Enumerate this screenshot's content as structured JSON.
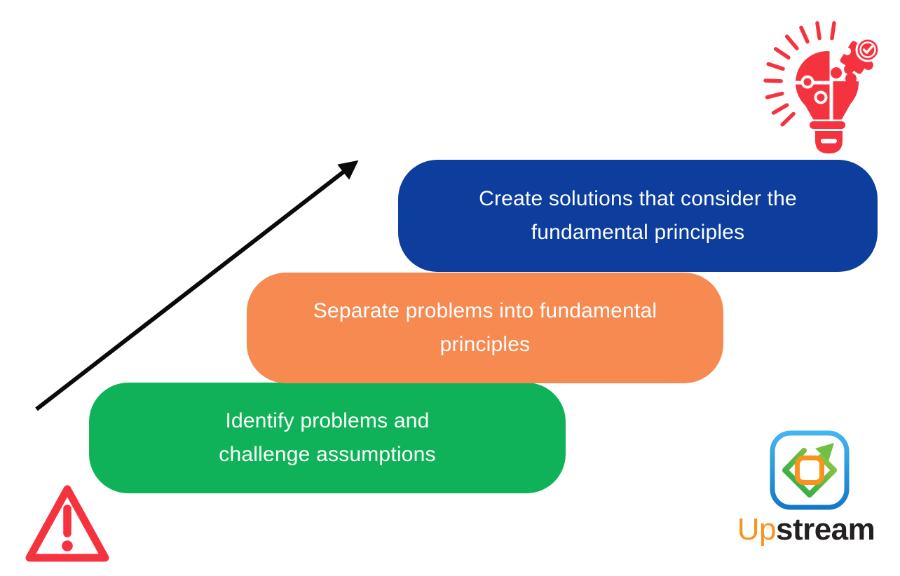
{
  "diagram": {
    "kind": "stairs-growth-infographic",
    "background": "#ffffff",
    "steps": [
      {
        "id": "identify",
        "line1": "Identify problems and",
        "line2": "challenge assumptions",
        "color": "#10b259"
      },
      {
        "id": "separate",
        "line1": "Separate problems into fundamental",
        "line2": "principles",
        "color": "#f68a51"
      },
      {
        "id": "create",
        "line1": "Create solutions that consider the",
        "line2": "fundamental principles",
        "color": "#0d3d9d"
      }
    ],
    "arrow": {
      "direction": "up-right",
      "color": "#0a0a0a"
    }
  },
  "icons": {
    "lightbulb_puzzle": {
      "label": "lightbulb-puzzle-icon",
      "color": "#f5333f"
    },
    "warning": {
      "label": "warning-icon",
      "color": "#f5333f"
    }
  },
  "brand": {
    "name": "Upstream",
    "first": "Up",
    "rest": "stream",
    "colors": {
      "first": "#f7941e",
      "rest": "#241f21",
      "logo_blue_top": "#45b5ee",
      "logo_blue_bottom": "#1478c8",
      "logo_green_top": "#9ccb3c",
      "logo_green_bottom": "#1ca64c",
      "logo_orange": "#f7941e"
    }
  }
}
